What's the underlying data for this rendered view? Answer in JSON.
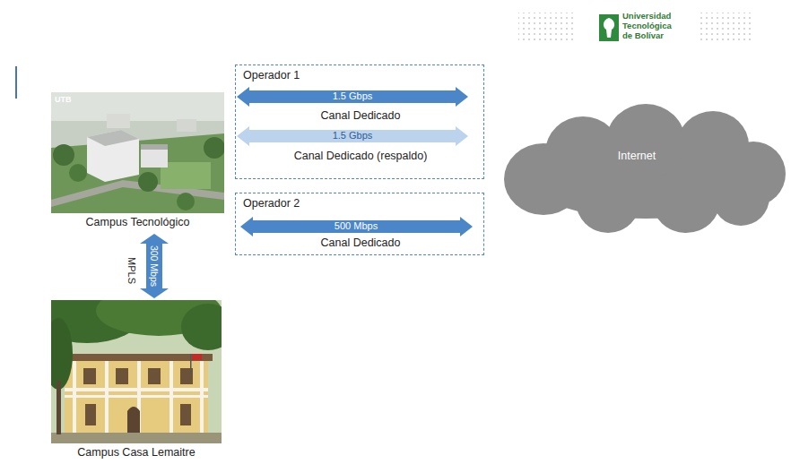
{
  "diagram": {
    "nodes": [
      {
        "text": [
          "Campus Tecnológico"
        ]
      },
      {
        "text": [
          "Campus Casa Lemaitre"
        ]
      },
      {
        "text": [
          "Operador 1",
          "Canal Dedicado",
          "Canal Dedicado (respaldo)"
        ]
      },
      {
        "text": [
          "Operador 2",
          "Canal Dedicado"
        ]
      },
      {
        "text": [
          "Internet"
        ]
      }
    ],
    "edges": [
      {
        "from": 0,
        "to": 1,
        "arrow": "both",
        "label": "300 Mbps"
      }
    ],
    "labels": [
      "Universidad Tecnológica de Bolívar",
      "UTB",
      "1.5 Gbps",
      "1.5 Gbps",
      "500 Mbps",
      "MPLS"
    ]
  }
}
